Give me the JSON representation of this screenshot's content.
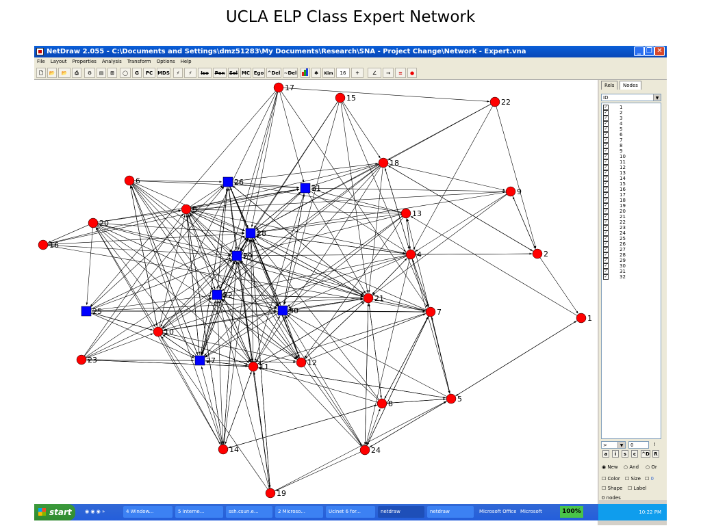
{
  "slide_title": "UCLA ELP Class Expert Network",
  "window": {
    "title": "NetDraw 2.055 - C:\\Documents and Settings\\dmz51283\\My Documents\\Research\\SNA - Project Change\\Network - Expert.vna"
  },
  "menu": [
    "File",
    "Layout",
    "Properties",
    "Analysis",
    "Transform",
    "Options",
    "Help"
  ],
  "toolbar": {
    "g_label": "G",
    "pc_label": "PC",
    "mds_label": "MDS",
    "iso_label": "Iso",
    "pen_label": "Pen",
    "sel_label": "Sel",
    "mc_label": "MC",
    "ego_label": "Ego",
    "del1_label": "^Del",
    "del2_label": "~Del",
    "kim_label": "Kim",
    "size_value": "16"
  },
  "network": {
    "nodes": [
      {
        "id": "1",
        "shape": "circle"
      },
      {
        "id": "2",
        "shape": "circle"
      },
      {
        "id": "3",
        "shape": "circle"
      },
      {
        "id": "4",
        "shape": "circle"
      },
      {
        "id": "5",
        "shape": "circle"
      },
      {
        "id": "6",
        "shape": "circle"
      },
      {
        "id": "7",
        "shape": "circle"
      },
      {
        "id": "8",
        "shape": "circle"
      },
      {
        "id": "9",
        "shape": "circle"
      },
      {
        "id": "10",
        "shape": "circle"
      },
      {
        "id": "11",
        "shape": "circle"
      },
      {
        "id": "12",
        "shape": "circle"
      },
      {
        "id": "13",
        "shape": "circle"
      },
      {
        "id": "14",
        "shape": "circle"
      },
      {
        "id": "15",
        "shape": "circle"
      },
      {
        "id": "16",
        "shape": "circle"
      },
      {
        "id": "17",
        "shape": "circle"
      },
      {
        "id": "18",
        "shape": "circle"
      },
      {
        "id": "19",
        "shape": "circle"
      },
      {
        "id": "20",
        "shape": "circle"
      },
      {
        "id": "21",
        "shape": "circle"
      },
      {
        "id": "22",
        "shape": "circle"
      },
      {
        "id": "23",
        "shape": "circle"
      },
      {
        "id": "24",
        "shape": "circle"
      },
      {
        "id": "25",
        "shape": "square"
      },
      {
        "id": "26",
        "shape": "square"
      },
      {
        "id": "27",
        "shape": "square"
      },
      {
        "id": "28",
        "shape": "square"
      },
      {
        "id": "29",
        "shape": "square"
      },
      {
        "id": "30",
        "shape": "square"
      },
      {
        "id": "31",
        "shape": "square"
      },
      {
        "id": "32",
        "shape": "square"
      }
    ],
    "edges": [
      [
        "17",
        "31"
      ],
      [
        "17",
        "28"
      ],
      [
        "17",
        "29"
      ],
      [
        "17",
        "10"
      ],
      [
        "17",
        "25"
      ],
      [
        "17",
        "7"
      ],
      [
        "17",
        "22"
      ],
      [
        "17",
        "27"
      ],
      [
        "15",
        "28"
      ],
      [
        "15",
        "21"
      ],
      [
        "15",
        "7"
      ],
      [
        "15",
        "18"
      ],
      [
        "15",
        "29"
      ],
      [
        "15",
        "30"
      ],
      [
        "22",
        "4"
      ],
      [
        "22",
        "2"
      ],
      [
        "22",
        "18"
      ],
      [
        "22",
        "28"
      ],
      [
        "18",
        "4"
      ],
      [
        "18",
        "21"
      ],
      [
        "18",
        "28"
      ],
      [
        "18",
        "32"
      ],
      [
        "18",
        "10"
      ],
      [
        "18",
        "27"
      ],
      [
        "18",
        "3"
      ],
      [
        "18",
        "31"
      ],
      [
        "18",
        "9"
      ],
      [
        "18",
        "2"
      ],
      [
        "18",
        "11"
      ],
      [
        "9",
        "4"
      ],
      [
        "9",
        "2"
      ],
      [
        "9",
        "28"
      ],
      [
        "9",
        "31"
      ],
      [
        "9",
        "21"
      ],
      [
        "2",
        "9"
      ],
      [
        "2",
        "1"
      ],
      [
        "2",
        "4"
      ],
      [
        "2",
        "18"
      ],
      [
        "1",
        "13"
      ],
      [
        "1",
        "5"
      ],
      [
        "13",
        "4"
      ],
      [
        "13",
        "31"
      ],
      [
        "13",
        "26"
      ],
      [
        "13",
        "28"
      ],
      [
        "13",
        "29"
      ],
      [
        "13",
        "30"
      ],
      [
        "13",
        "12"
      ],
      [
        "13",
        "27"
      ],
      [
        "13",
        "3"
      ],
      [
        "4",
        "28"
      ],
      [
        "4",
        "21"
      ],
      [
        "4",
        "7"
      ],
      [
        "4",
        "5"
      ],
      [
        "4",
        "30"
      ],
      [
        "4",
        "29"
      ],
      [
        "4",
        "32"
      ],
      [
        "4",
        "2"
      ],
      [
        "4",
        "24"
      ],
      [
        "4",
        "18"
      ],
      [
        "4",
        "13"
      ],
      [
        "4",
        "10"
      ],
      [
        "7",
        "4"
      ],
      [
        "7",
        "21"
      ],
      [
        "7",
        "30"
      ],
      [
        "7",
        "8"
      ],
      [
        "7",
        "5"
      ],
      [
        "7",
        "29"
      ],
      [
        "7",
        "28"
      ],
      [
        "7",
        "11"
      ],
      [
        "7",
        "24"
      ],
      [
        "21",
        "28"
      ],
      [
        "21",
        "30"
      ],
      [
        "21",
        "29"
      ],
      [
        "21",
        "32"
      ],
      [
        "21",
        "3"
      ],
      [
        "21",
        "7"
      ],
      [
        "21",
        "4"
      ],
      [
        "21",
        "24"
      ],
      [
        "21",
        "26"
      ],
      [
        "21",
        "11"
      ],
      [
        "21",
        "12"
      ],
      [
        "21",
        "8"
      ],
      [
        "5",
        "11"
      ],
      [
        "5",
        "8"
      ],
      [
        "5",
        "30"
      ],
      [
        "5",
        "13"
      ],
      [
        "5",
        "7"
      ],
      [
        "5",
        "1"
      ],
      [
        "5",
        "24"
      ],
      [
        "8",
        "21"
      ],
      [
        "8",
        "7"
      ],
      [
        "8",
        "11"
      ],
      [
        "8",
        "30"
      ],
      [
        "8",
        "5"
      ],
      [
        "8",
        "14"
      ],
      [
        "8",
        "28"
      ],
      [
        "24",
        "21"
      ],
      [
        "24",
        "7"
      ],
      [
        "24",
        "5"
      ],
      [
        "24",
        "19"
      ],
      [
        "24",
        "30"
      ],
      [
        "24",
        "29"
      ],
      [
        "24",
        "32"
      ],
      [
        "24",
        "8"
      ],
      [
        "19",
        "11"
      ],
      [
        "19",
        "29"
      ],
      [
        "19",
        "32"
      ],
      [
        "19",
        "28"
      ],
      [
        "19",
        "5"
      ],
      [
        "19",
        "10"
      ],
      [
        "14",
        "32"
      ],
      [
        "14",
        "29"
      ],
      [
        "14",
        "28"
      ],
      [
        "14",
        "8"
      ],
      [
        "14",
        "3"
      ],
      [
        "14",
        "6"
      ],
      [
        "14",
        "20"
      ],
      [
        "14",
        "11"
      ],
      [
        "14",
        "27"
      ],
      [
        "11",
        "27"
      ],
      [
        "11",
        "29"
      ],
      [
        "11",
        "30"
      ],
      [
        "11",
        "3"
      ],
      [
        "11",
        "10"
      ],
      [
        "11",
        "23"
      ],
      [
        "11",
        "26"
      ],
      [
        "11",
        "32"
      ],
      [
        "11",
        "5"
      ],
      [
        "11",
        "19"
      ],
      [
        "11",
        "14"
      ],
      [
        "11",
        "21"
      ],
      [
        "11",
        "28"
      ],
      [
        "12",
        "30"
      ],
      [
        "12",
        "28"
      ],
      [
        "12",
        "29"
      ],
      [
        "12",
        "3"
      ],
      [
        "12",
        "32"
      ],
      [
        "12",
        "24"
      ],
      [
        "12",
        "21"
      ],
      [
        "12",
        "7"
      ],
      [
        "12",
        "26"
      ],
      [
        "27",
        "10"
      ],
      [
        "27",
        "23"
      ],
      [
        "27",
        "32"
      ],
      [
        "27",
        "29"
      ],
      [
        "27",
        "28"
      ],
      [
        "27",
        "11"
      ],
      [
        "27",
        "3"
      ],
      [
        "27",
        "20"
      ],
      [
        "27",
        "6"
      ],
      [
        "27",
        "26"
      ],
      [
        "27",
        "12"
      ],
      [
        "23",
        "10"
      ],
      [
        "23",
        "27"
      ],
      [
        "23",
        "11"
      ],
      [
        "23",
        "3"
      ],
      [
        "23",
        "32"
      ],
      [
        "23",
        "29"
      ],
      [
        "23",
        "26"
      ],
      [
        "10",
        "32"
      ],
      [
        "10",
        "29"
      ],
      [
        "10",
        "28"
      ],
      [
        "10",
        "3"
      ],
      [
        "10",
        "25"
      ],
      [
        "10",
        "6"
      ],
      [
        "10",
        "27"
      ],
      [
        "10",
        "11"
      ],
      [
        "10",
        "12"
      ],
      [
        "10",
        "14"
      ],
      [
        "10",
        "21"
      ],
      [
        "10",
        "30"
      ],
      [
        "25",
        "32"
      ],
      [
        "25",
        "29"
      ],
      [
        "25",
        "28"
      ],
      [
        "25",
        "26"
      ],
      [
        "25",
        "10"
      ],
      [
        "25",
        "27"
      ],
      [
        "25",
        "21"
      ],
      [
        "25",
        "7"
      ],
      [
        "25",
        "30"
      ],
      [
        "16",
        "29"
      ],
      [
        "16",
        "28"
      ],
      [
        "16",
        "3"
      ],
      [
        "16",
        "31"
      ],
      [
        "16",
        "7"
      ],
      [
        "20",
        "28"
      ],
      [
        "20",
        "29"
      ],
      [
        "20",
        "16"
      ],
      [
        "20",
        "25"
      ],
      [
        "20",
        "10"
      ],
      [
        "20",
        "30"
      ],
      [
        "20",
        "11"
      ],
      [
        "20",
        "31"
      ],
      [
        "20",
        "21"
      ],
      [
        "20",
        "12"
      ],
      [
        "20",
        "3"
      ],
      [
        "6",
        "26"
      ],
      [
        "6",
        "28"
      ],
      [
        "6",
        "10"
      ],
      [
        "6",
        "27"
      ],
      [
        "6",
        "30"
      ],
      [
        "6",
        "31"
      ],
      [
        "6",
        "11"
      ],
      [
        "6",
        "29"
      ],
      [
        "6",
        "32"
      ],
      [
        "6",
        "12"
      ],
      [
        "3",
        "28"
      ],
      [
        "3",
        "31"
      ],
      [
        "3",
        "29"
      ],
      [
        "3",
        "26"
      ],
      [
        "3",
        "32"
      ],
      [
        "3",
        "11"
      ],
      [
        "3",
        "30"
      ],
      [
        "3",
        "12"
      ],
      [
        "3",
        "21"
      ],
      [
        "3",
        "14"
      ],
      [
        "3",
        "27"
      ],
      [
        "3",
        "9"
      ],
      [
        "3",
        "4"
      ],
      [
        "26",
        "28"
      ],
      [
        "26",
        "31"
      ],
      [
        "26",
        "29"
      ],
      [
        "26",
        "30"
      ],
      [
        "26",
        "12"
      ],
      [
        "26",
        "32"
      ],
      [
        "26",
        "18"
      ],
      [
        "26",
        "27"
      ],
      [
        "26",
        "21"
      ],
      [
        "31",
        "28"
      ],
      [
        "31",
        "29"
      ],
      [
        "31",
        "21"
      ],
      [
        "31",
        "30"
      ],
      [
        "31",
        "4"
      ],
      [
        "31",
        "11"
      ],
      [
        "28",
        "29"
      ],
      [
        "28",
        "30"
      ],
      [
        "28",
        "21"
      ],
      [
        "28",
        "32"
      ],
      [
        "28",
        "27"
      ],
      [
        "28",
        "31"
      ],
      [
        "28",
        "26"
      ],
      [
        "28",
        "12"
      ],
      [
        "28",
        "4"
      ],
      [
        "28",
        "19"
      ],
      [
        "29",
        "28"
      ],
      [
        "29",
        "32"
      ],
      [
        "29",
        "30"
      ],
      [
        "29",
        "27"
      ],
      [
        "29",
        "14"
      ],
      [
        "29",
        "11"
      ],
      [
        "29",
        "26"
      ],
      [
        "29",
        "21"
      ],
      [
        "30",
        "28"
      ],
      [
        "30",
        "29"
      ],
      [
        "30",
        "21"
      ],
      [
        "30",
        "32"
      ],
      [
        "30",
        "27"
      ],
      [
        "30",
        "12"
      ],
      [
        "30",
        "26"
      ],
      [
        "30",
        "31"
      ],
      [
        "30",
        "7"
      ],
      [
        "32",
        "28"
      ],
      [
        "32",
        "29"
      ],
      [
        "32",
        "30"
      ],
      [
        "32",
        "27"
      ],
      [
        "32",
        "26"
      ],
      [
        "32",
        "12"
      ],
      [
        "32",
        "11"
      ],
      [
        "32",
        "21"
      ]
    ],
    "colors": {
      "circle": "#ff0000",
      "square": "#0000ff",
      "edge": "#000000"
    }
  },
  "side_panel": {
    "tabs": [
      "Rels",
      "Nodes"
    ],
    "attribute": "ID",
    "node_ids": [
      "1",
      "2",
      "3",
      "4",
      "5",
      "6",
      "7",
      "8",
      "9",
      "10",
      "11",
      "12",
      "13",
      "14",
      "15",
      "16",
      "17",
      "18",
      "19",
      "20",
      "21",
      "22",
      "23",
      "24",
      "25",
      "26",
      "27",
      "28",
      "29",
      "30",
      "31",
      "32"
    ],
    "operator": ">",
    "value": "0",
    "buttons": [
      "a",
      "i",
      "s",
      "c",
      "^D",
      "R"
    ],
    "bar_label": "!",
    "radio_new": "New",
    "radio_and": "And",
    "radio_or": "Or",
    "chk_color": "Color",
    "chk_size": "Size",
    "size_value": "0",
    "chk_shape": "Shape",
    "chk_label": "Label",
    "node_count": "0 nodes"
  },
  "taskbar": {
    "start": "start",
    "tasks": [
      "4 Window...",
      "5 Interne...",
      "ssh.csun.e...",
      "2 Microso...",
      "Ucinet 6 for...",
      "netdraw",
      "netdraw",
      "Microsoft Office",
      "Microsoft"
    ],
    "percent": "100%",
    "clock": "10:22 PM"
  }
}
